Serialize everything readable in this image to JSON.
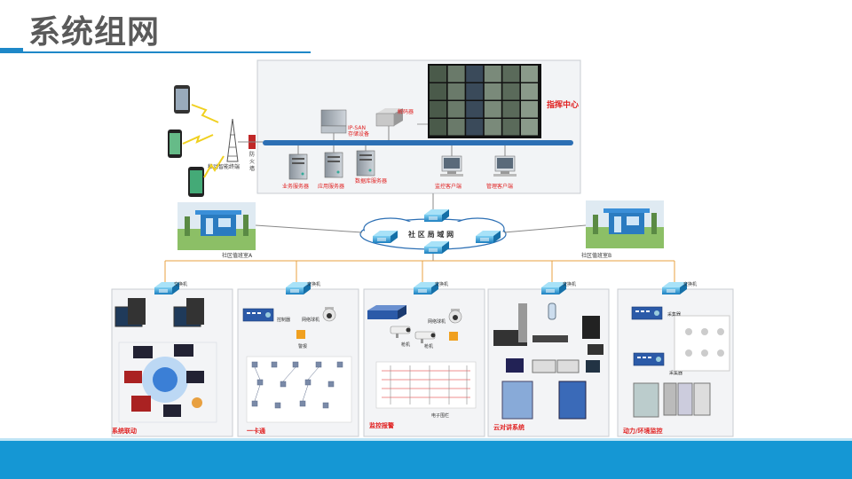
{
  "title": "系统组网",
  "labels": {
    "mobile": "移动智能终端",
    "firewall": "防火墙",
    "san": "IP-SAN\n存储设备",
    "decoder": "解码器",
    "command": "指挥中心",
    "srv1": "业务服务器",
    "srv2": "应用服务器",
    "srv3": "数据库服务器",
    "monitor_client": "监控客户端",
    "manage_client": "管理客户端",
    "lan": "社 区 局 域 网",
    "duty_a": "社区值班室A",
    "duty_b": "社区值班室B",
    "switch": "交换机",
    "controller": "控制器",
    "net_ball": "网络球机",
    "alarm": "警报",
    "gun": "枪机",
    "fence": "电子围栏",
    "collector": "采集器"
  },
  "panels": [
    {
      "name": "系统联动"
    },
    {
      "name": "一卡通"
    },
    {
      "name": "监控报警"
    },
    {
      "name": "云对讲系统"
    },
    {
      "name": "动力/环境监控"
    }
  ],
  "colors": {
    "accent": "#1e88c8",
    "red": "#e02020",
    "band": "#1597d4",
    "line": "#e8a040"
  }
}
